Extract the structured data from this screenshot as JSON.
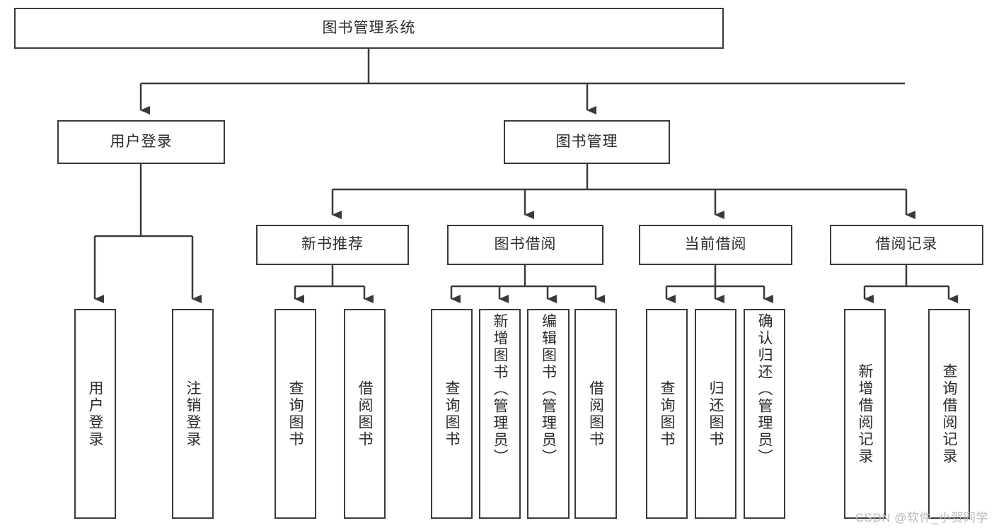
{
  "diagram": {
    "type": "tree",
    "title": "图书管理系统",
    "watermark": "CSDN @软件_小贺同学",
    "colors": {
      "box_border": "#3a3a3a",
      "box_fill": "#ffffff",
      "connector": "#3a3a3a",
      "text": "#2b2b2b",
      "watermark": "#b9b9b9"
    },
    "root": {
      "label": "图书管理系统"
    },
    "level2": [
      {
        "label": "用户登录"
      },
      {
        "label": "图书管理"
      }
    ],
    "level3": [
      {
        "label": "新书推荐"
      },
      {
        "label": "图书借阅"
      },
      {
        "label": "当前借阅"
      },
      {
        "label": "借阅记录"
      }
    ],
    "leaves": [
      {
        "label": "用户登录",
        "parent": "用户登录"
      },
      {
        "label": "注销登录",
        "parent": "用户登录"
      },
      {
        "label": "查询图书",
        "parent": "新书推荐"
      },
      {
        "label": "借阅图书",
        "parent": "新书推荐"
      },
      {
        "label": "查询图书",
        "parent": "图书借阅"
      },
      {
        "label": "新增图书（管理员）",
        "parent": "图书借阅"
      },
      {
        "label": "编辑图书（管理员）",
        "parent": "图书借阅"
      },
      {
        "label": "借阅图书",
        "parent": "图书借阅"
      },
      {
        "label": "查询图书",
        "parent": "当前借阅"
      },
      {
        "label": "归还图书",
        "parent": "当前借阅"
      },
      {
        "label": "确认归还（管理员）",
        "parent": "当前借阅"
      },
      {
        "label": "新增借阅记录",
        "parent": "借阅记录"
      },
      {
        "label": "查询借阅记录",
        "parent": "借阅记录"
      }
    ]
  }
}
